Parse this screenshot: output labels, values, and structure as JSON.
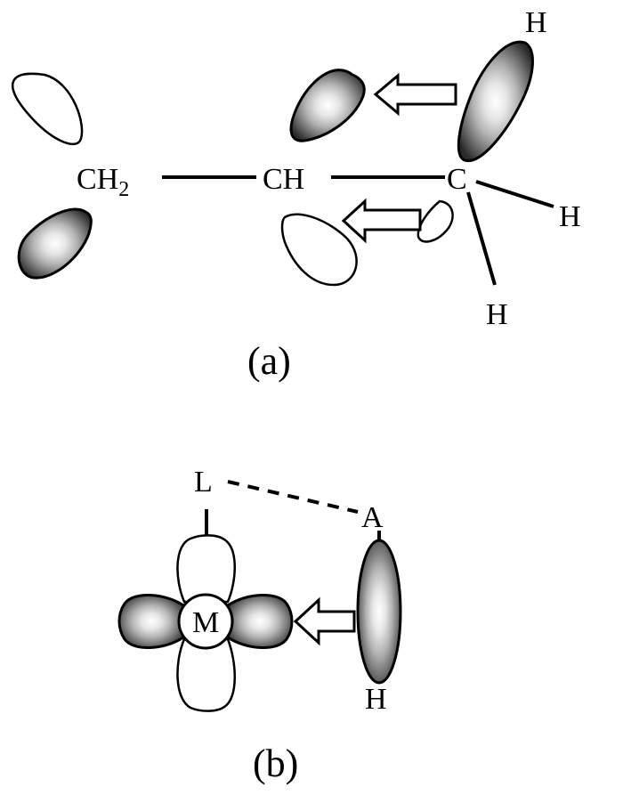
{
  "panel_a": {
    "label_ch2_main": "CH",
    "label_ch2_sub": "2",
    "label_ch": "CH",
    "label_c": "C",
    "label_h_top": "H",
    "label_h_right": "H",
    "label_h_bottom": "H",
    "caption": "(a)"
  },
  "panel_b": {
    "label_l": "L",
    "label_a": "A",
    "label_m": "M",
    "label_h": "H",
    "caption": "(b)"
  }
}
